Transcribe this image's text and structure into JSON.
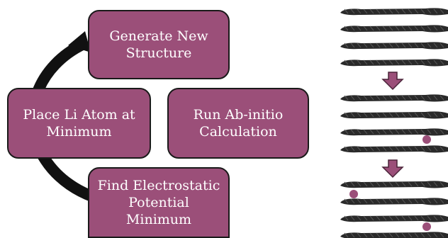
{
  "cycle": {
    "steps": [
      {
        "label": "Generate New\nStructure"
      },
      {
        "label": "Run Ab-initio\nCalculation"
      },
      {
        "label": "Find Electrostatic\nPotential\nMinimum"
      },
      {
        "label": "Place Li Atom at\nMinimum"
      }
    ]
  },
  "colors": {
    "box_fill": "#9b4f79",
    "box_border": "#1a1a1a",
    "arrow": "#111111",
    "down_arrow": "#9b4f79",
    "atom": "#9b4f79",
    "layer": "#2a2a2a"
  }
}
